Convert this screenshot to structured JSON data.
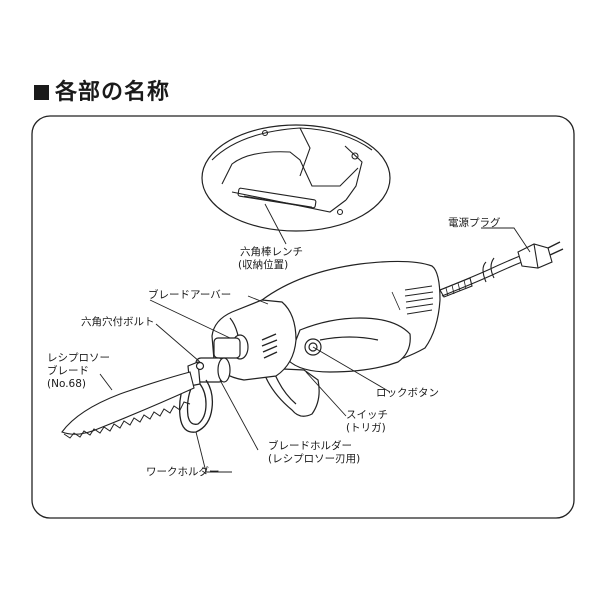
{
  "title": "各部の名称",
  "labels": {
    "wrench_1": "六角棒レンチ",
    "wrench_2": "(収納位置)",
    "plug": "電源プラグ",
    "blade_arbor": "ブレードアーバー",
    "hex_bolt": "六角穴付ボルト",
    "blade_1": "レシプロソー",
    "blade_2": "ブレード",
    "blade_3": "(No.68)",
    "lock_button": "ロックボタン",
    "switch_1": "スイッチ",
    "switch_2": "(トリガ)",
    "holder_1": "ブレードホルダー",
    "holder_2": "(レシプロソー刃用)",
    "work_holder": "ワークホルダー"
  }
}
